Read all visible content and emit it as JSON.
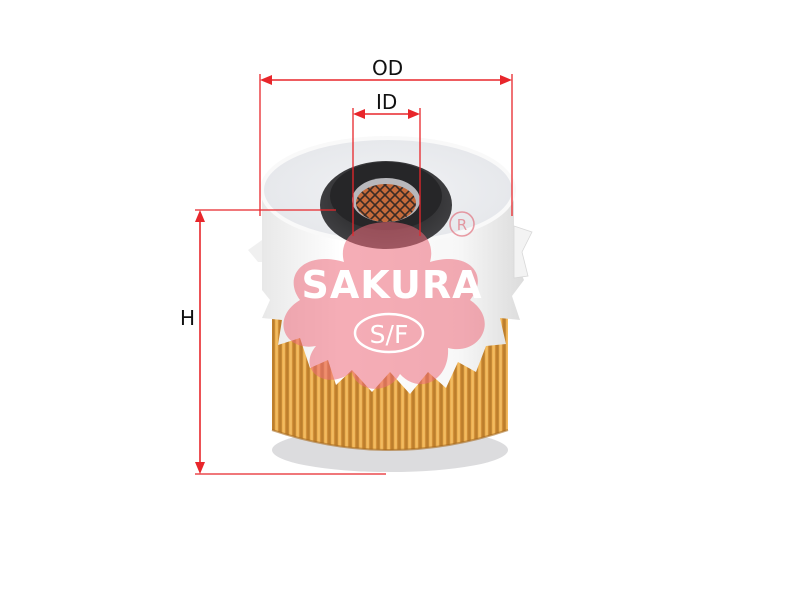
{
  "product": {
    "type": "oil-filter-element",
    "brand": "SAKURA",
    "brand_mark": "S/F",
    "registered_symbol": "R"
  },
  "dimensions": {
    "od_label": "OD",
    "id_label": "ID",
    "h_label": "H"
  },
  "colors": {
    "dimension_line": "#e8262b",
    "watermark_pink": "#f08a96",
    "filter_paper": "#e8a540",
    "filter_paper_dark": "#b87422",
    "end_cap": "#f4f4f4",
    "gasket": "#2e2e30",
    "background": "#ffffff"
  }
}
